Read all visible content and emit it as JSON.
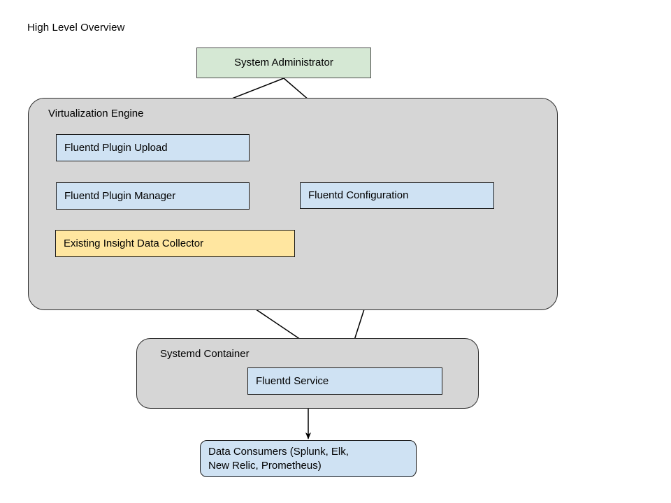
{
  "diagram": {
    "title": "High Level Overview",
    "type": "flowchart",
    "background": "#ffffff",
    "colors": {
      "group_fill": "#d6d6d6",
      "group_stroke": "#2b2b2b",
      "blue_fill": "#cfe2f3",
      "blue_stroke": "#1a1a1a",
      "green_fill": "#d5e8d4",
      "green_stroke": "#4d4d4d",
      "yellow_fill": "#ffe6a0",
      "yellow_stroke": "#1a1a1a",
      "edge_stroke": "#000000"
    },
    "groups": [
      {
        "id": "virtualization-engine",
        "label": "Virtualization Engine"
      },
      {
        "id": "systemd-container",
        "label": "Systemd Container"
      }
    ],
    "nodes": [
      {
        "id": "system-administrator",
        "label": "System Administrator",
        "shape": "rect",
        "fill": "green"
      },
      {
        "id": "fluentd-plugin-upload",
        "label": "Fluentd Plugin Upload",
        "shape": "rect",
        "fill": "blue"
      },
      {
        "id": "fluentd-plugin-manager",
        "label": "Fluentd Plugin Manager",
        "shape": "rect",
        "fill": "blue"
      },
      {
        "id": "fluentd-configuration",
        "label": "Fluentd Configuration",
        "shape": "rect",
        "fill": "blue"
      },
      {
        "id": "existing-insight-data-collector",
        "label": "Existing Insight Data Collector",
        "shape": "rect",
        "fill": "yellow"
      },
      {
        "id": "fluentd-service",
        "label": "Fluentd Service",
        "shape": "rect",
        "fill": "blue"
      },
      {
        "id": "data-consumers",
        "label": "Data Consumers (Splunk, Elk,\nNew Relic, Prometheus)",
        "shape": "rounded-rect",
        "fill": "blue"
      }
    ],
    "edges": [
      {
        "from": "system-administrator",
        "to": "fluentd-plugin-upload"
      },
      {
        "from": "system-administrator",
        "to": "fluentd-configuration"
      },
      {
        "from": "fluentd-plugin-upload",
        "to": "fluentd-plugin-manager"
      },
      {
        "from": "fluentd-plugin-manager",
        "to": "fluentd-configuration"
      },
      {
        "from": "fluentd-configuration",
        "to": "fluentd-service"
      },
      {
        "from": "existing-insight-data-collector",
        "to": "fluentd-service"
      },
      {
        "from": "systemd-container",
        "to": "data-consumers"
      }
    ]
  }
}
